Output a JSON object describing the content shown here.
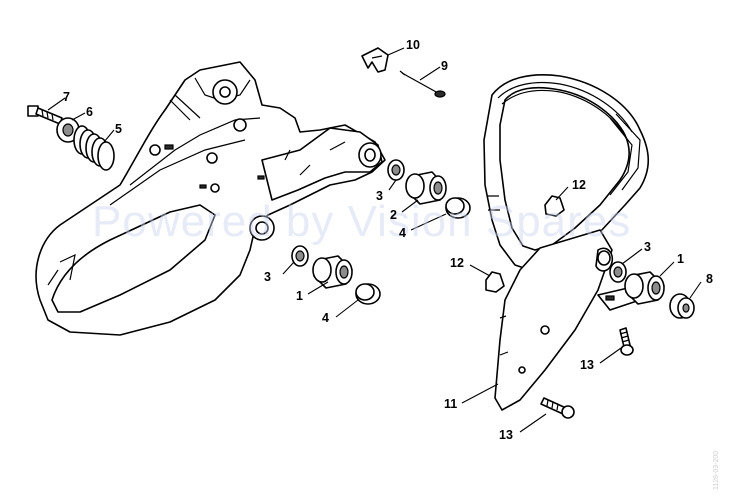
{
  "watermark": "Powered by Vision Spares",
  "side_code": "1128-03-200",
  "callouts": {
    "c10": "10",
    "c9": "9",
    "c7": "7",
    "c6": "6",
    "c5": "5",
    "c12a": "12",
    "c3a": "3",
    "c2": "2",
    "c4a": "4",
    "c3b": "3",
    "c1a": "1",
    "c4b": "4",
    "c12b": "12",
    "c3c": "3",
    "c1b": "1",
    "c8": "8",
    "c13a": "13",
    "c11": "11",
    "c13b": "13"
  }
}
